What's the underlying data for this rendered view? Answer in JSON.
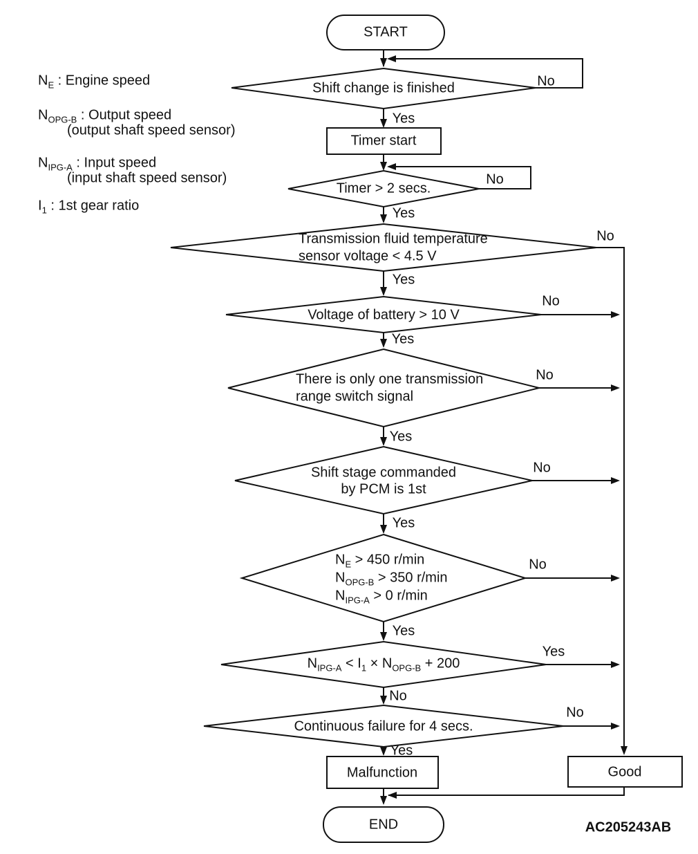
{
  "figure_code": "AC205243AB",
  "colors": {
    "ink": "#111111",
    "background": "#ffffff"
  },
  "branch": {
    "yes": "Yes",
    "no": "No"
  },
  "legend": {
    "items": [
      {
        "sym_base": "N",
        "sym_sub": "E",
        "text": " : Engine speed",
        "note": ""
      },
      {
        "sym_base": "N",
        "sym_sub": "OPG-B",
        "text": " : Output speed",
        "note": "(output shaft speed sensor)"
      },
      {
        "sym_base": "N",
        "sym_sub": "IPG-A",
        "text": " : Input speed",
        "note": "(input shaft speed sensor)"
      },
      {
        "sym_base": "I",
        "sym_sub": "1",
        "text": " : 1st gear ratio",
        "note": ""
      }
    ]
  },
  "nodes": {
    "start": {
      "label": "START"
    },
    "shift_change": {
      "label": "Shift change is finished"
    },
    "timer_start": {
      "label": "Timer start"
    },
    "timer_check": {
      "label": "Timer > 2 secs."
    },
    "fluid_temp": {
      "line1": "Transmission fluid temperature",
      "line2": "sensor voltage < 4.5 V"
    },
    "battery": {
      "label": "Voltage of battery > 10 V"
    },
    "range_switch": {
      "line1": "There is only one transmission",
      "line2": "range switch signal"
    },
    "shift_stage": {
      "line1": "Shift stage commanded",
      "line2": "by PCM is 1st"
    },
    "speeds": {
      "l1_base": "N",
      "l1_sub": "E",
      "l1_rest": " > 450 r/min",
      "l2_base": "N",
      "l2_sub": "OPG-B",
      "l2_rest": " > 350 r/min",
      "l3_base": "N",
      "l3_sub": "IPG-A",
      "l3_rest": " > 0 r/min"
    },
    "ratio": {
      "p1": "N",
      "s1": "IPG-A",
      "p2": " < I",
      "s2": "1",
      "p3": " × N",
      "s3": "OPG-B",
      "p4": " + 200"
    },
    "continuous_failure": {
      "label": "Continuous failure for 4 secs."
    },
    "malfunction": {
      "label": "Malfunction"
    },
    "good": {
      "label": "Good"
    },
    "end": {
      "label": "END"
    }
  }
}
